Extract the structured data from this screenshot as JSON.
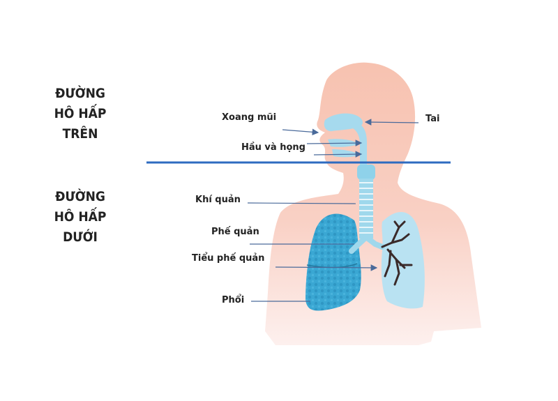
{
  "upper_tract": {
    "line1": "ĐƯỜNG",
    "line2": "HÔ HẤP",
    "line3": "TRÊN"
  },
  "lower_tract": {
    "line1": "ĐƯỜNG",
    "line2": "HÔ HẤP",
    "line3": "DƯỚI"
  },
  "labels": {
    "sinus": "Xoang mũi",
    "ear": "Tai",
    "pharynx": "Hầu và họng",
    "trachea": "Khí quản",
    "bronchi": "Phế quản",
    "bronchioles": "Tiểu phế quản",
    "lungs": "Phổi"
  },
  "colors": {
    "skin": "#f6c4b4",
    "airway": "#9fd8ec",
    "lung_left": "#3aa7d3",
    "lung_right": "#b9e2f2",
    "divider": "#2e6bc0",
    "arrow": "#4a6a9a",
    "bronchi_dark": "#3a2a2a"
  }
}
